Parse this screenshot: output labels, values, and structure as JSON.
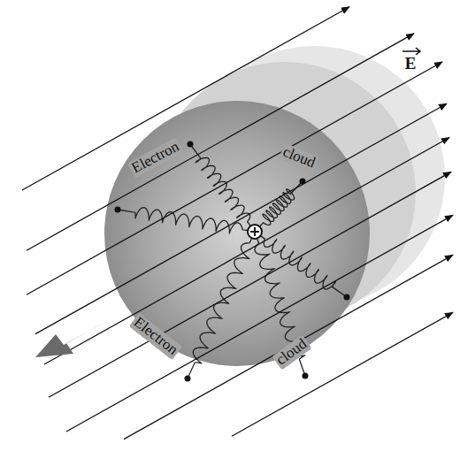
{
  "diagram": {
    "labels": [
      "Electron",
      "cloud",
      "Electron",
      "cloud",
      "E"
    ]
  }
}
